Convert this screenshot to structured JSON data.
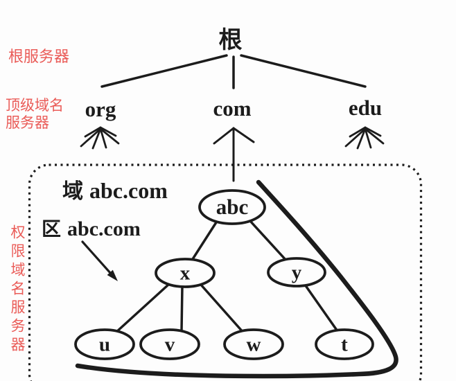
{
  "figure": {
    "root": {
      "label": "根"
    },
    "tld_nodes": [
      {
        "label": "org"
      },
      {
        "label": "com"
      },
      {
        "label": "edu"
      }
    ],
    "annotations": {
      "root_server": "根服务器",
      "tld_server_line1": "顶级域名",
      "tld_server_line2": "服务器",
      "authoritative_server_vertical": "权限域名服务器",
      "domain_prefix": "域",
      "domain_name": "abc.com",
      "zone_prefix": "区",
      "zone_name": "abc.com"
    },
    "zone_tree": {
      "nodes": [
        {
          "label": "abc"
        },
        {
          "label": "x"
        },
        {
          "label": "y"
        },
        {
          "label": "u"
        },
        {
          "label": "v"
        },
        {
          "label": "w"
        },
        {
          "label": "t"
        }
      ],
      "edges": [
        [
          "根",
          "org"
        ],
        [
          "根",
          "com"
        ],
        [
          "根",
          "edu"
        ],
        [
          "abc",
          "x"
        ],
        [
          "abc",
          "y"
        ],
        [
          "x",
          "u"
        ],
        [
          "x",
          "v"
        ],
        [
          "x",
          "w"
        ],
        [
          "y",
          "t"
        ]
      ]
    },
    "colors": {
      "annotation_red": "#ea5c58",
      "ink": "#1c1c1c"
    }
  }
}
